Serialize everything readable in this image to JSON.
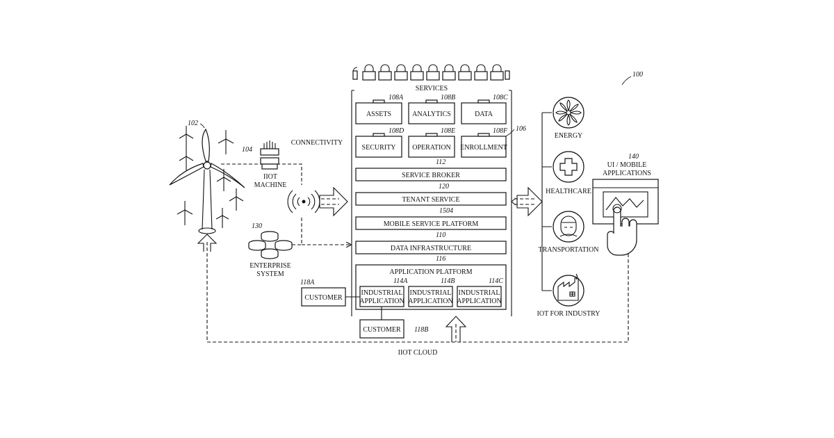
{
  "figure_ref": "100",
  "turbine": {
    "ref": "102"
  },
  "iiot_machine": {
    "ref": "104",
    "label_line1": "IIOT",
    "label_line2": "MACHINE"
  },
  "enterprise": {
    "ref": "130",
    "label_line1": "ENTERPRISE",
    "label_line2": "SYSTEM"
  },
  "connectivity_label": "CONNECTIVITY",
  "cloud": {
    "ref": "106",
    "services_label": "SERVICES"
  },
  "services": [
    {
      "label": "ASSETS",
      "ref": "108A"
    },
    {
      "label": "ANALYTICS",
      "ref": "108B"
    },
    {
      "label": "DATA",
      "ref": "108C"
    },
    {
      "label": "SECURITY",
      "ref": "108D"
    },
    {
      "label": "OPERATION",
      "ref": "108E"
    },
    {
      "label": "ENROLLMENT",
      "ref": "108F"
    }
  ],
  "layers": [
    {
      "label": "SERVICE BROKER",
      "ref": "112"
    },
    {
      "label": "TENANT SERVICE",
      "ref": "120"
    },
    {
      "label": "MOBILE SERVICE PLATFORM",
      "ref": "1504"
    },
    {
      "label": "DATA INFRASTRUCTURE",
      "ref": "110"
    }
  ],
  "app_platform": {
    "label": "APPLICATION PLATFORM",
    "ref": "116",
    "apps": [
      {
        "line1": "INDUSTRIAL",
        "line2": "APPLICATION",
        "ref": "114A"
      },
      {
        "line1": "INDUSTRIAL",
        "line2": "APPLICATION",
        "ref": "114B"
      },
      {
        "line1": "INDUSTRIAL",
        "line2": "APPLICATION",
        "ref": "114C"
      }
    ]
  },
  "customers": [
    {
      "label": "CUSTOMER",
      "ref": "118A"
    },
    {
      "label": "CUSTOMER",
      "ref": "118B"
    }
  ],
  "industries": [
    {
      "label": "ENERGY",
      "icon": "fan-icon"
    },
    {
      "label": "HEALTHCARE",
      "icon": "cross-icon"
    },
    {
      "label": "TRANSPORTATION",
      "icon": "driver-icon"
    },
    {
      "label": "IOT FOR INDUSTRY",
      "icon": "factory-icon"
    }
  ],
  "ui_mobile": {
    "ref": "140",
    "label_line1": "UI / MOBILE",
    "label_line2": "APPLICATIONS"
  },
  "iiot_cloud_label": "IIOT CLOUD"
}
